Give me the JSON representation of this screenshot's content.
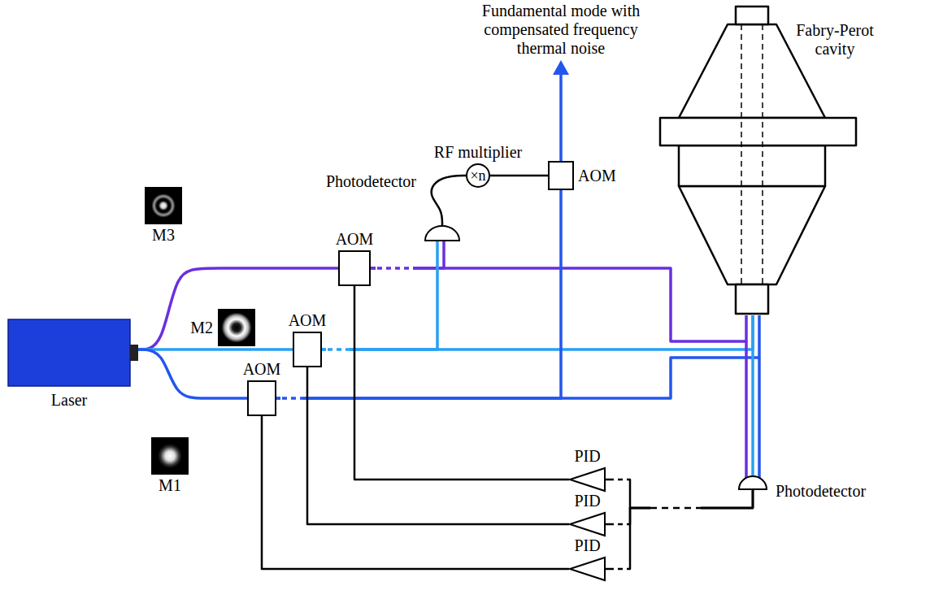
{
  "diagram": {
    "nodes": [
      {
        "text": [
          "Laser"
        ]
      },
      {
        "text": [
          "AOM"
        ]
      },
      {
        "text": [
          "AOM"
        ]
      },
      {
        "text": [
          "AOM"
        ]
      },
      {
        "text": [
          "Photodetector"
        ]
      },
      {
        "text": [
          "RF multiplier",
          "×n"
        ]
      },
      {
        "text": [
          "AOM"
        ]
      },
      {
        "text": [
          "Fabry-Perot cavity"
        ]
      },
      {
        "text": [
          "Photodetector"
        ]
      },
      {
        "text": [
          "PID"
        ]
      },
      {
        "text": [
          "PID"
        ]
      },
      {
        "text": [
          "PID"
        ]
      },
      {
        "text": [
          "M3"
        ]
      },
      {
        "text": [
          "M2"
        ]
      },
      {
        "text": [
          "M1"
        ]
      }
    ],
    "edges": [
      {
        "from": 0,
        "to": 1,
        "arrow": "none"
      },
      {
        "from": 0,
        "to": 2,
        "arrow": "none"
      },
      {
        "from": 0,
        "to": 3,
        "arrow": "none"
      },
      {
        "from": 1,
        "to": 7,
        "arrow": "none"
      },
      {
        "from": 2,
        "to": 7,
        "arrow": "none"
      },
      {
        "from": 3,
        "to": 7,
        "arrow": "none"
      },
      {
        "from": 7,
        "to": 8,
        "arrow": "none"
      },
      {
        "from": 1,
        "to": 4,
        "arrow": "none"
      },
      {
        "from": 2,
        "to": 4,
        "arrow": "none"
      },
      {
        "from": 4,
        "to": 5,
        "arrow": "none"
      },
      {
        "from": 5,
        "to": 6,
        "arrow": "none"
      },
      {
        "from": 3,
        "to": 6,
        "arrow": "none"
      },
      {
        "from": 8,
        "to": 9,
        "arrow": "none"
      },
      {
        "from": 8,
        "to": 10,
        "arrow": "none"
      },
      {
        "from": 8,
        "to": 11,
        "arrow": "none"
      },
      {
        "from": 9,
        "to": 1,
        "arrow": "none"
      },
      {
        "from": 10,
        "to": 2,
        "arrow": "none"
      },
      {
        "from": 11,
        "to": 3,
        "arrow": "none"
      }
    ],
    "labels": [
      "Fundamental mode with compensated frequency thermal noise"
    ]
  }
}
